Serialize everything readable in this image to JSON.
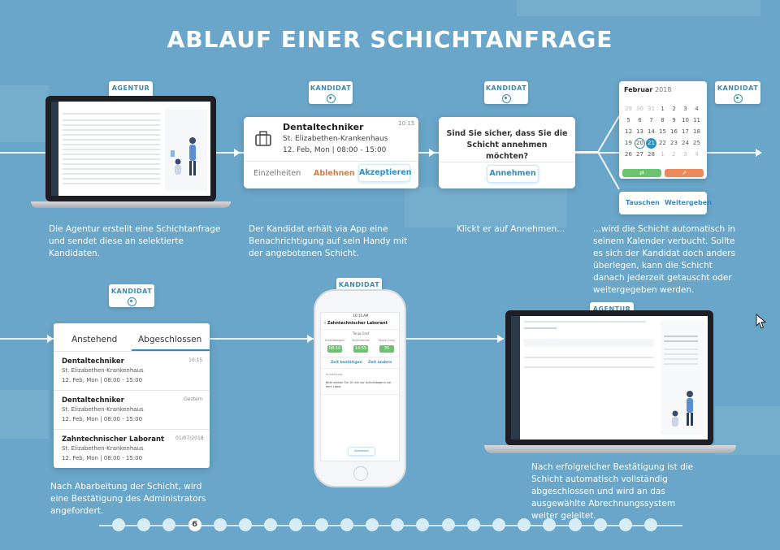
{
  "title": "ABLAUF EINER SCHICHTANFRAGE",
  "tags": {
    "agentur": "AGENTUR",
    "kandidat": "KANDIDAT"
  },
  "step1": {
    "caption": "Die Agentur erstellt eine Schichtanfrage und sendet diese an selektierte Kandidaten."
  },
  "notification": {
    "title": "Dentaltechniker",
    "time": "10:15",
    "location": "St. Elizabethen-Krankenhaus",
    "date": "12. Feb, Mon | 08:00 - 15:00",
    "details_label": "Einzelheiten",
    "decline_label": "Ablehnen",
    "accept_label": "Akzeptieren",
    "caption": "Der Kandidat erhält via App eine Benachrichtigung auf sein Handy mit der angebotenen Schicht."
  },
  "confirm": {
    "question": "Sind Sie sicher, dass Sie die Schicht annehmen möchten?",
    "accept_label": "Annehmen",
    "caption": "Klickt er auf Annehmen..."
  },
  "calendar": {
    "month": "Februar",
    "year": "2018",
    "weeks": [
      [
        "29",
        "30",
        "31",
        "1",
        "2",
        "3",
        "4"
      ],
      [
        "5",
        "6",
        "7",
        "8",
        "9",
        "10",
        "11"
      ],
      [
        "12",
        "13",
        "14",
        "15",
        "16",
        "17",
        "18"
      ],
      [
        "19",
        "20",
        "21",
        "22",
        "23",
        "24",
        "25"
      ],
      [
        "26",
        "27",
        "28",
        "1",
        "2",
        "3",
        "4"
      ]
    ],
    "circled_day": "20",
    "selected_day": "21",
    "swap_label": "Tauschen",
    "pass_label": "Weitergeben",
    "caption": "...wird die Schicht automatisch in seinem Kalender verbucht. Sollte es sich der Kandidat doch anders überlegen, kann die Schicht danach jederzeit getauscht oder weitergegeben werden."
  },
  "shiftlist": {
    "tab_pending": "Anstehend",
    "tab_done": "Abgeschlossen",
    "items": [
      {
        "title": "Dentaltechniker",
        "time": "10:15",
        "location": "St. Elizabethen-Krankenhaus",
        "date": "12. Feb, Mon | 08:00 - 15:00"
      },
      {
        "title": "Dentaltechniker",
        "time": "Gestern",
        "location": "St. Elizabethen-Krankenhaus",
        "date": "12. Feb, Mon | 08:00 - 15:00"
      },
      {
        "title": "Zahntechnischer Laborant",
        "time": "01/07/2018",
        "location": "St. Elizabethen-Krankenhaus",
        "date": "12. Feb, Mon | 08:00 - 15:00"
      }
    ],
    "caption": "Nach Abarbeitung der Schicht, wird eine Bestätigung des Administrators angefordert."
  },
  "phone": {
    "status_time": "10:15 AM",
    "header": "Zahntechnischer Laborant",
    "sub": "Tanja Graf",
    "col1": "Schichtbeginn",
    "col2": "Schichtende",
    "col3": "Pause (min)",
    "v1": "08:10",
    "v2": "14:55",
    "v3": "35",
    "confirm_time": "Zeit bestätigen",
    "change_time": "Zeit ändern",
    "note_label": "Anmerkung",
    "note_text": "Bitte stehen Sie 10 min vor Schichtbeginn vor dem Labor",
    "send_label": "Abmelden"
  },
  "step6": {
    "caption": "Nach erfolgreicher Bestätigung ist die Schicht automatisch vollständig abgeschlossen und wird an das ausgewählte Abrechnungssystem weiter geleitet."
  },
  "pager": {
    "current": "6"
  }
}
